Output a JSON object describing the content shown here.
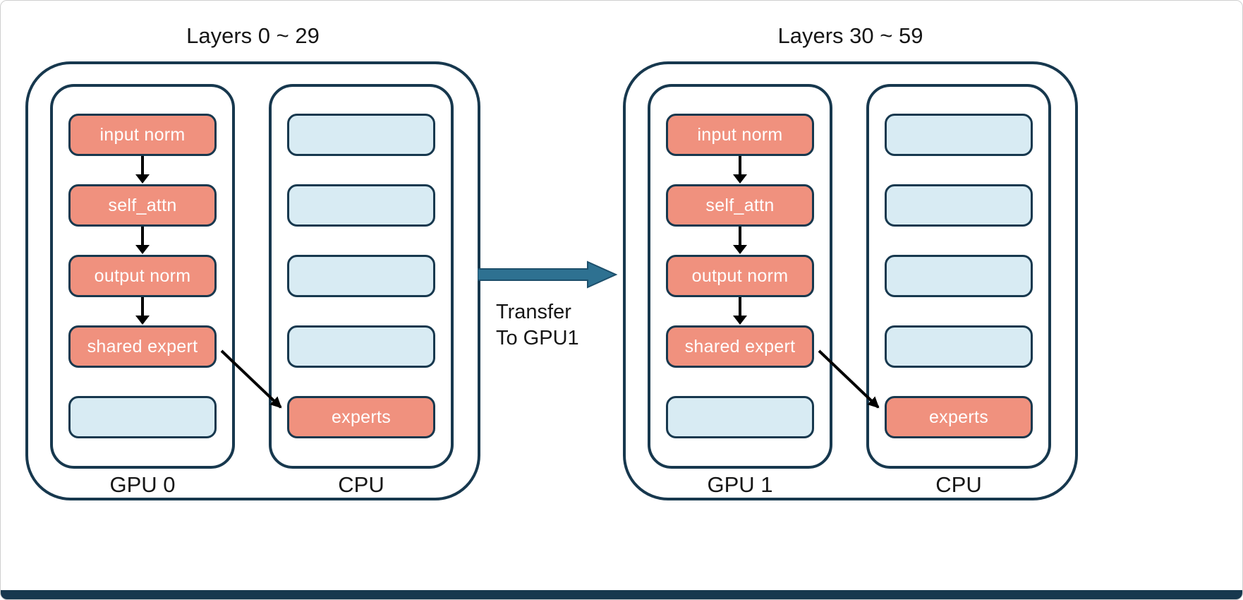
{
  "colors": {
    "border": "#17384E",
    "module_fill": "#F0917E",
    "module_text": "#FFFFFF",
    "empty_fill": "#D8EBF3",
    "flow_arrow": "#000000",
    "transfer_arrow_fill": "#2E7191",
    "label_text": "#161616",
    "bottom_bar": "#17384E",
    "background": "#FFFFFF"
  },
  "icons": {
    "down_arrow": "down-arrow-icon",
    "offload_arrow": "offload-arrow-icon",
    "transfer_arrow": "transfer-arrow-icon"
  },
  "transfer": {
    "label_line1": "Transfer",
    "label_line2": "To GPU1"
  },
  "panels": [
    {
      "title": "Layers 0 ~ 29",
      "gpu": {
        "label": "GPU 0",
        "boxes": [
          {
            "label": "input norm",
            "type": "module"
          },
          {
            "label": "self_attn",
            "type": "module"
          },
          {
            "label": "output norm",
            "type": "module"
          },
          {
            "label": "shared expert",
            "type": "module"
          },
          {
            "label": "",
            "type": "empty"
          }
        ]
      },
      "cpu": {
        "label": "CPU",
        "boxes": [
          {
            "label": "",
            "type": "empty"
          },
          {
            "label": "",
            "type": "empty"
          },
          {
            "label": "",
            "type": "empty"
          },
          {
            "label": "",
            "type": "empty"
          },
          {
            "label": "experts",
            "type": "module"
          }
        ]
      }
    },
    {
      "title": "Layers 30 ~ 59",
      "gpu": {
        "label": "GPU 1",
        "boxes": [
          {
            "label": "input norm",
            "type": "module"
          },
          {
            "label": "self_attn",
            "type": "module"
          },
          {
            "label": "output norm",
            "type": "module"
          },
          {
            "label": "shared expert",
            "type": "module"
          },
          {
            "label": "",
            "type": "empty"
          }
        ]
      },
      "cpu": {
        "label": "CPU",
        "boxes": [
          {
            "label": "",
            "type": "empty"
          },
          {
            "label": "",
            "type": "empty"
          },
          {
            "label": "",
            "type": "empty"
          },
          {
            "label": "",
            "type": "empty"
          },
          {
            "label": "experts",
            "type": "module"
          }
        ]
      }
    }
  ]
}
